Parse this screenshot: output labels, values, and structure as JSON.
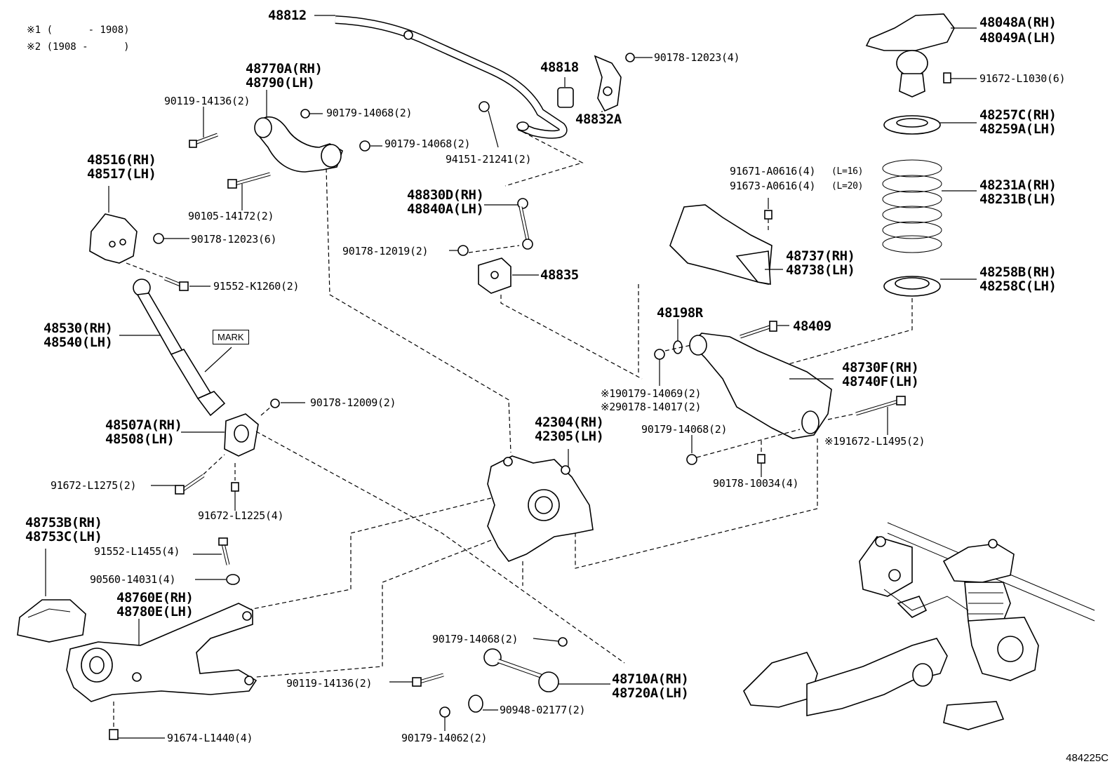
{
  "notes": {
    "line1": "※1 (      - 1908)",
    "line2": "※2 (1908 -      )"
  },
  "mark_label": "MARK",
  "drawing_code": "484225C",
  "labels": {
    "p48812": "48812",
    "p48818": "48818",
    "p90178_12023_4": "90178-12023(4)",
    "p48832A": "48832A",
    "p48048A": "48048A(RH)",
    "p48049A": "48049A(LH)",
    "p91672_L1030": "91672-L1030(6)",
    "p48257C": "48257C(RH)",
    "p48259A": "48259A(LH)",
    "p48231A": "48231A(RH)",
    "p48231B": "48231B(LH)",
    "p48258B": "48258B(RH)",
    "p48258C": "48258C(LH)",
    "p48770A": "48770A(RH)",
    "p48790": "48790(LH)",
    "p90119_14136_top": "90119-14136(2)",
    "p90179_14068_a": "90179-14068(2)",
    "p90179_14068_b": "90179-14068(2)",
    "p94151_21241": "94151-21241(2)",
    "p48516": "48516(RH)",
    "p48517": "48517(LH)",
    "p90105_14172": "90105-14172(2)",
    "p90178_12023_6": "90178-12023(6)",
    "p91552_K1260": "91552-K1260(2)",
    "p48830D": "48830D(RH)",
    "p48840A": "48840A(LH)",
    "p90178_12019": "90178-12019(2)",
    "p48835": "48835",
    "p91671_A0616": "91671-A0616(4)",
    "p91671_len": "(L=16)",
    "p91673_A0616": "91673-A0616(4)",
    "p91673_len": "(L=20)",
    "p48737": "48737(RH)",
    "p48738": "48738(LH)",
    "p48198R": "48198R",
    "p48409": "48409",
    "p48730F": "48730F(RH)",
    "p48740F": "48740F(LH)",
    "p48530": "48530(RH)",
    "p48540": "48540(LH)",
    "p90179_14069": "※190179-14069(2)",
    "p90178_14017": "※290178-14017(2)",
    "p90178_12009": "90178-12009(2)",
    "p48507A": "48507A(RH)",
    "p48508": "48508(LH)",
    "p42304": "42304(RH)",
    "p42305": "42305(LH)",
    "p90179_14068_c": "90179-14068(2)",
    "p91672_L1495": "※191672-L1495(2)",
    "p91672_L1275": "91672-L1275(2)",
    "p91672_L1225": "91672-L1225(4)",
    "p90178_10034": "90178-10034(4)",
    "p48753B": "48753B(RH)",
    "p48753C": "48753C(LH)",
    "p91552_L1455": "91552-L1455(4)",
    "p90560_14031": "90560-14031(4)",
    "p48760E": "48760E(RH)",
    "p48780E": "48780E(LH)",
    "p90179_14068_d": "90179-14068(2)",
    "p90119_14136_bot": "90119-14136(2)",
    "p48710A": "48710A(RH)",
    "p48720A": "48720A(LH)",
    "p90948_02177": "90948-02177(2)",
    "p91674_L1440": "91674-L1440(4)",
    "p90179_14062": "90179-14062(2)"
  }
}
